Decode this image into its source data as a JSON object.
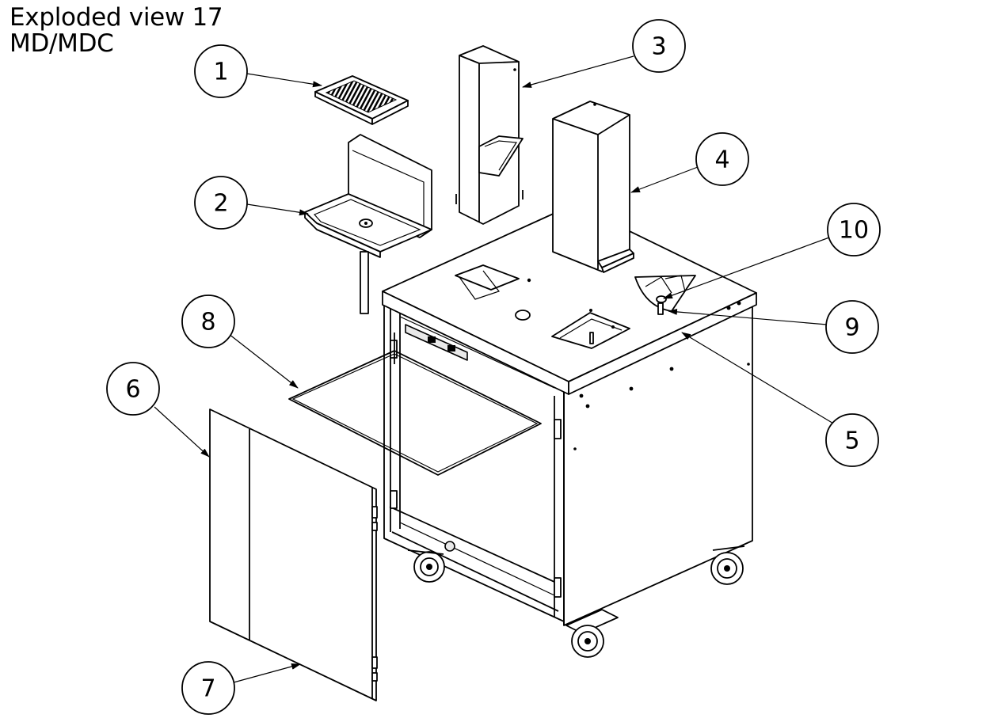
{
  "title": {
    "line1": "Exploded view 17",
    "line2": "MD/MDC"
  },
  "callouts": [
    {
      "id": "1",
      "part": "drip-tray-grate"
    },
    {
      "id": "2",
      "part": "basin-with-backsplash"
    },
    {
      "id": "3",
      "part": "tall-chute-with-pocket"
    },
    {
      "id": "4",
      "part": "square-column-housing"
    },
    {
      "id": "5",
      "part": "cabinet-top"
    },
    {
      "id": "6",
      "part": "door-panel"
    },
    {
      "id": "7",
      "part": "door-edge"
    },
    {
      "id": "8",
      "part": "wire-frame-shelf"
    },
    {
      "id": "9",
      "part": "bolt"
    },
    {
      "id": "10",
      "part": "washer"
    }
  ]
}
